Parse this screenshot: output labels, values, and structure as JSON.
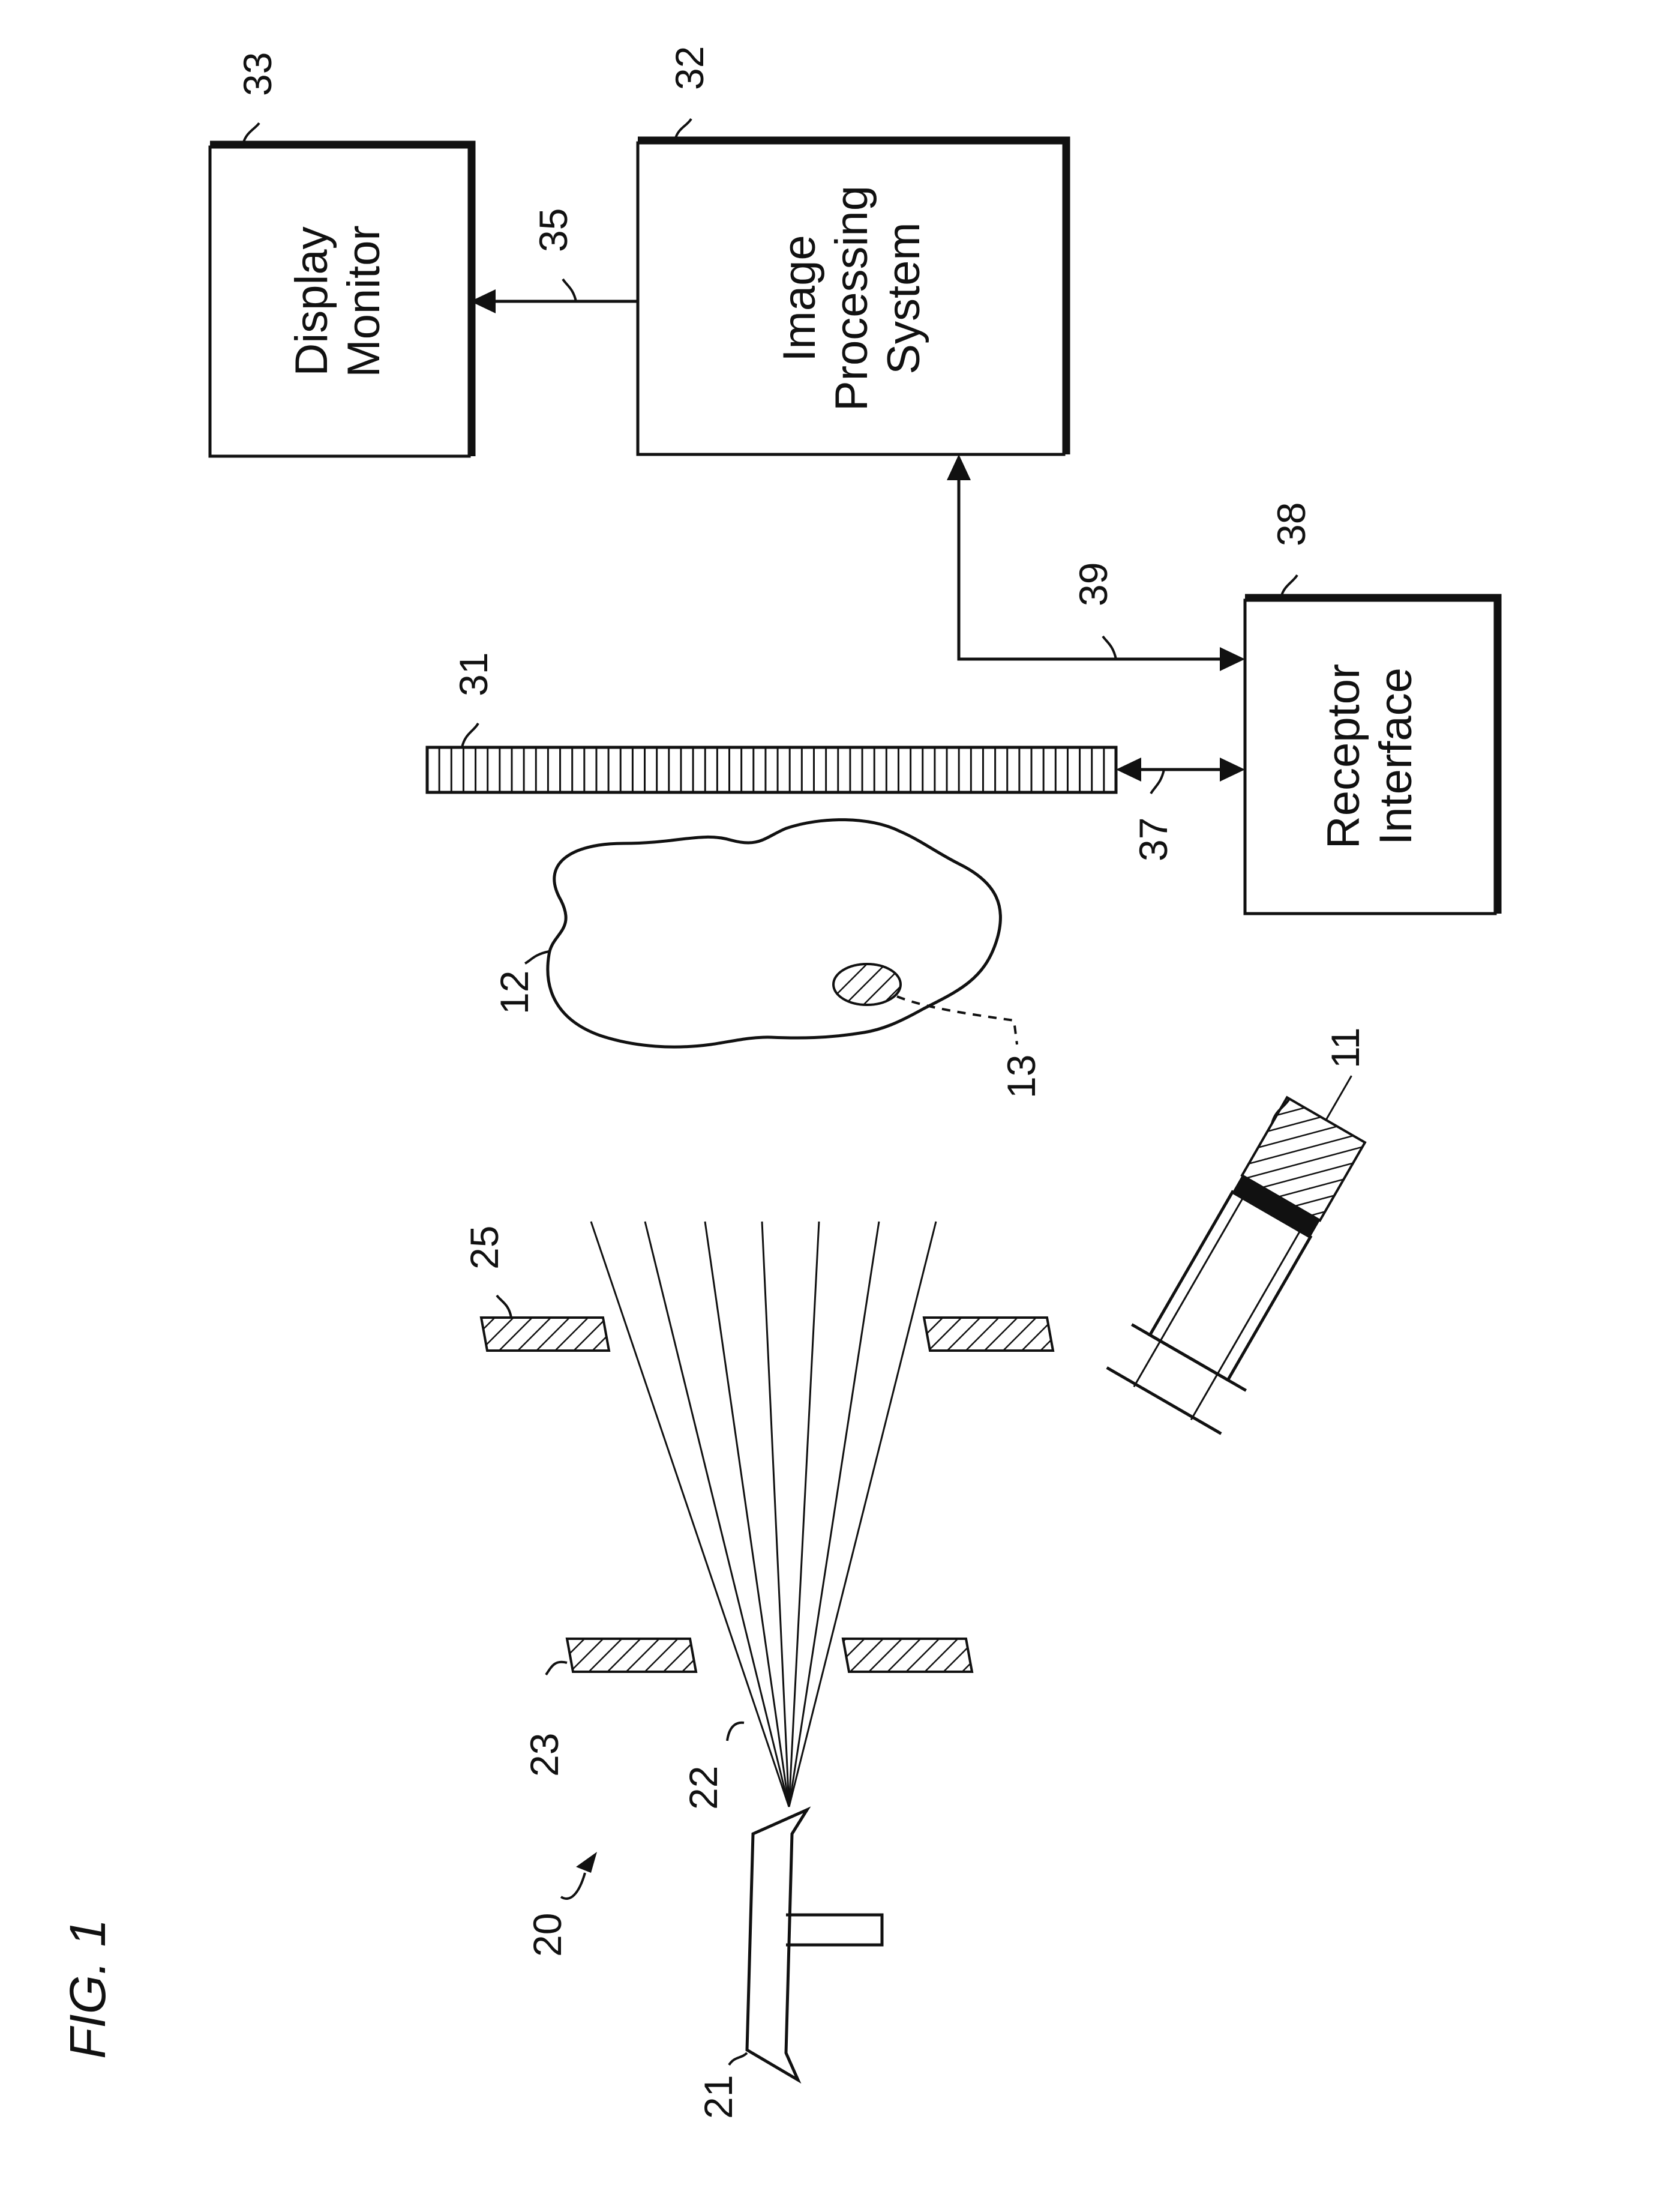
{
  "figure_label": "FIG. 1",
  "blocks": {
    "display_monitor": {
      "ref": "33",
      "line1": "Display",
      "line2": "Monitor"
    },
    "image_processing": {
      "ref": "32",
      "line1": "Image",
      "line2": "Processing",
      "line3": "System"
    },
    "receptor_interface": {
      "ref": "38",
      "line1": "Receptor",
      "line2": "Interface"
    }
  },
  "refs": {
    "r35": "35",
    "r39": "39",
    "r37": "37",
    "r31": "31",
    "r12": "12",
    "r13": "13",
    "r11": "11",
    "r25": "25",
    "r23": "23",
    "r22": "22",
    "r20": "20",
    "r21": "21"
  }
}
